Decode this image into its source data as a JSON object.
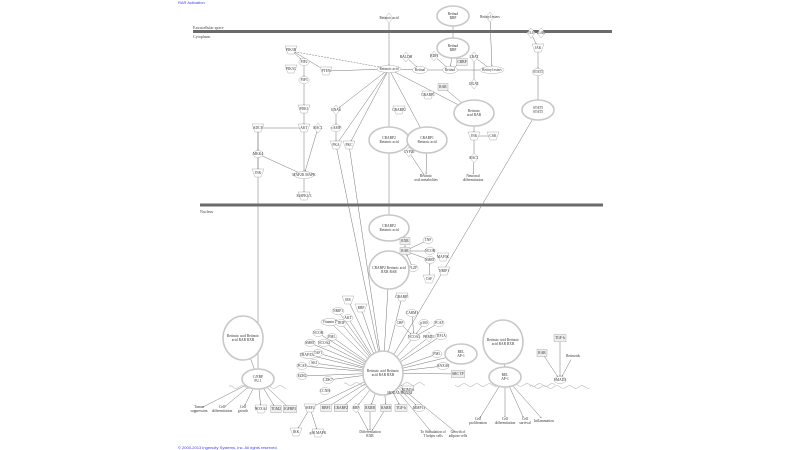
{
  "header": {
    "title_link": "RAR Activation"
  },
  "footer": {
    "copyright": "© 2000-2013 Ingenuity Systems, Inc. All rights reserved."
  },
  "compartments": {
    "extracellular": "Extracellular space",
    "cytoplasm": "Cytoplasm",
    "nucleus": "Nucleus"
  },
  "colors": {
    "membrane": "#6b6b6b",
    "node_stroke": "#9a9a9a",
    "node_fill": "#ffffff",
    "box_fill": "#efefef",
    "edge": "#777777",
    "link": "#3344ff"
  },
  "nodes": [
    {
      "id": "ra_ext",
      "label": "Retinoic acid",
      "shape": "diamond"
    },
    {
      "id": "rbp_ext",
      "label": "Retinol RBP",
      "shape": "complex"
    },
    {
      "id": "rest_ext",
      "label": "Retinyl esters",
      "shape": "diamond"
    },
    {
      "id": "il6",
      "label": "IL6",
      "shape": "diamond"
    },
    {
      "id": "il6r",
      "label": "IL6R",
      "shape": "diamond"
    },
    {
      "id": "rbp_cyto",
      "label": "Retinol RBP",
      "shape": "complex"
    },
    {
      "id": "raldh",
      "label": "RALDH",
      "shape": "diamond"
    },
    {
      "id": "rdh",
      "label": "RDH",
      "shape": "diamond"
    },
    {
      "id": "crbp",
      "label": "CRBP",
      "shape": "box"
    },
    {
      "id": "lrat",
      "label": "LRAT",
      "shape": "diamond"
    },
    {
      "id": "ra",
      "label": "Retinoic acid",
      "shape": "ellipse"
    },
    {
      "id": "retinal",
      "label": "Retinal",
      "shape": "ellipse"
    },
    {
      "id": "retinol",
      "label": "Retinol",
      "shape": "ellipse"
    },
    {
      "id": "rest",
      "label": "Retinyl esters",
      "shape": "ellipse"
    },
    {
      "id": "dgat",
      "label": "DGAT",
      "shape": "diamond"
    },
    {
      "id": "rar_c",
      "label": "RAR",
      "shape": "box"
    },
    {
      "id": "ra_rar",
      "label": "Retinoic acid RAR",
      "shape": "complex"
    },
    {
      "id": "crabp1",
      "label": "CRABP1",
      "shape": "trap"
    },
    {
      "id": "crabp2",
      "label": "CRABP2",
      "shape": "trap"
    },
    {
      "id": "crabp2_ra",
      "label": "CRABP2 Retinoic acid",
      "shape": "complex"
    },
    {
      "id": "crabp1_ra",
      "label": "CRABP1 Retinoic acid",
      "shape": "complex"
    },
    {
      "id": "cyp26",
      "label": "CYP26",
      "shape": "diamond"
    },
    {
      "id": "ra_met",
      "label": "Retinoic acid metabolites",
      "shape": "text"
    },
    {
      "id": "jnk",
      "label": "JNK",
      "shape": "trap"
    },
    {
      "id": "csk",
      "label": "CSK",
      "shape": "trap"
    },
    {
      "id": "rac1",
      "label": "RAC1",
      "shape": "diamond"
    },
    {
      "id": "neur",
      "label": "Neuronal differentiation",
      "shape": "text"
    },
    {
      "id": "jak",
      "label": "JAK",
      "shape": "trap"
    },
    {
      "id": "stat5",
      "label": "STAT5",
      "shape": "ellipse"
    },
    {
      "id": "stat5d",
      "label": "STAT5 STAT5",
      "shape": "complex"
    },
    {
      "id": "pik3r",
      "label": "PIK3R",
      "shape": "trap"
    },
    {
      "id": "pip2",
      "label": "PIP2",
      "shape": "ellipse"
    },
    {
      "id": "pik3c",
      "label": "PIK3C",
      "shape": "trap"
    },
    {
      "id": "pip3",
      "label": "PIP3",
      "shape": "ellipse"
    },
    {
      "id": "pten",
      "label": "PTEN",
      "shape": "trap"
    },
    {
      "id": "pdk1",
      "label": "PDK1",
      "shape": "trap"
    },
    {
      "id": "akt",
      "label": "AKT",
      "shape": "trap"
    },
    {
      "id": "adcy",
      "label": "ADCY",
      "shape": "trap"
    },
    {
      "id": "mkk4",
      "label": "MKK4",
      "shape": "ellipse"
    },
    {
      "id": "jnk2",
      "label": "JNK",
      "shape": "trap"
    },
    {
      "id": "mapk",
      "label": "MAP2K MAPK",
      "shape": "ellipse"
    },
    {
      "id": "mapk3",
      "label": "MAPK1/3",
      "shape": "trap"
    },
    {
      "id": "rac",
      "label": "RAC1",
      "shape": "diamond"
    },
    {
      "id": "gnas",
      "label": "GNAS",
      "shape": "diamond"
    },
    {
      "id": "camp",
      "label": "cAMP",
      "shape": "ellipse"
    },
    {
      "id": "pka",
      "label": "PKA",
      "shape": "trap"
    },
    {
      "id": "pkc",
      "label": "PKC",
      "shape": "trap"
    },
    {
      "id": "crabp2_n",
      "label": "CRABP2 Retinoic acid",
      "shape": "complex"
    },
    {
      "id": "rxr_n",
      "label": "RXR",
      "shape": "box"
    },
    {
      "id": "rar_n",
      "label": "RAR",
      "shape": "box"
    },
    {
      "id": "tnf",
      "label": "TNF",
      "shape": "ellipse"
    },
    {
      "id": "ncor",
      "label": "NCOR",
      "shape": "ellipse"
    },
    {
      "id": "smrt",
      "label": "SMRT",
      "shape": "ellipse"
    },
    {
      "id": "map3k",
      "label": "MAP3K",
      "shape": "trap"
    },
    {
      "id": "nrip1",
      "label": "NRIP1",
      "shape": "trap"
    },
    {
      "id": "plzf",
      "label": "PLZF",
      "shape": "ellipse"
    },
    {
      "id": "csf",
      "label": "CSF",
      "shape": "trap"
    },
    {
      "id": "crabp_rxr_rar",
      "label": "CRABP2 Retinoic acid RXR RAR",
      "shape": "complex"
    },
    {
      "id": "crabp1_n",
      "label": "CRABP1",
      "shape": "trap"
    },
    {
      "id": "carm1",
      "label": "CARM1",
      "shape": "ellipse"
    },
    {
      "id": "cbp",
      "label": "CBP",
      "shape": "ellipse"
    },
    {
      "id": "p300",
      "label": "p300",
      "shape": "ellipse"
    },
    {
      "id": "pcaf",
      "label": "PCAF",
      "shape": "ellipse"
    },
    {
      "id": "ncoa1",
      "label": "NCOA1",
      "shape": "ellipse"
    },
    {
      "id": "prmt",
      "label": "PRMT1",
      "shape": "diamond"
    },
    {
      "id": "tif",
      "label": "TIF1A",
      "shape": "ellipse"
    },
    {
      "id": "pml",
      "label": "PML",
      "shape": "ellipse"
    },
    {
      "id": "rel_ap1",
      "label": "REL AP-1",
      "shape": "complex"
    },
    {
      "id": "anxa",
      "label": "ANXA8",
      "shape": "ellipse"
    },
    {
      "id": "srctf",
      "label": "SRC TF",
      "shape": "box"
    },
    {
      "id": "hub",
      "label": "Retinoic acid Retinoic acid RAR RXR",
      "shape": "complex"
    },
    {
      "id": "r_bix",
      "label": "IRS",
      "shape": "trap"
    },
    {
      "id": "r_rbp",
      "label": "RBP",
      "shape": "trap"
    },
    {
      "id": "r_nrip",
      "label": "NRIP1",
      "shape": "ellipse"
    },
    {
      "id": "r_akt",
      "label": "AKT",
      "shape": "ellipse"
    },
    {
      "id": "r_vitd",
      "label": "Vitamin D",
      "shape": "ellipse"
    },
    {
      "id": "r_trip",
      "label": "TRIP",
      "shape": "ellipse"
    },
    {
      "id": "r_ncor",
      "label": "NCOR",
      "shape": "ellipse"
    },
    {
      "id": "r_pml",
      "label": "PML",
      "shape": "ellipse"
    },
    {
      "id": "r_smrt",
      "label": "SMRT",
      "shape": "ellipse"
    },
    {
      "id": "r_ncoa2",
      "label": "NCOA2",
      "shape": "ellipse"
    },
    {
      "id": "r_trap",
      "label": "TRAP/DRIP",
      "shape": "ellipse"
    },
    {
      "id": "r_taf",
      "label": "TAF1",
      "shape": "ellipse"
    },
    {
      "id": "r_pcaf",
      "label": "PCAF",
      "shape": "ellipse"
    },
    {
      "id": "r_ski",
      "label": "SKI",
      "shape": "ellipse"
    },
    {
      "id": "r_ezh",
      "label": "EZH2",
      "shape": "ellipse"
    },
    {
      "id": "r_cdk7",
      "label": "CDK7",
      "shape": "ellipse"
    },
    {
      "id": "r_cycl",
      "label": "CCNH",
      "shape": "ellipse"
    },
    {
      "id": "r_kdm",
      "label": "KDM5A",
      "shape": "trap"
    },
    {
      "id": "t_meis",
      "label": "MEF2",
      "shape": "trap"
    },
    {
      "id": "t_rbp1",
      "label": "RBP1",
      "shape": "box"
    },
    {
      "id": "t_crabp",
      "label": "CRABP2",
      "shape": "box"
    },
    {
      "id": "t_rbp",
      "label": "RBP",
      "shape": "diamond"
    },
    {
      "id": "t_rrp",
      "label": "RXRB",
      "shape": "box"
    },
    {
      "id": "t_nrip",
      "label": "RARB",
      "shape": "box"
    },
    {
      "id": "t_tgf",
      "label": "TGF-b",
      "shape": "box"
    },
    {
      "id": "t_mmp",
      "label": "MMP11",
      "shape": "ellipse"
    },
    {
      "id": "t_hoxa",
      "label": "HOXA1/HOXB1",
      "shape": "text"
    },
    {
      "id": "t_ikk",
      "label": "IKK",
      "shape": "trap"
    },
    {
      "id": "t_mapk",
      "label": "p38 MAPK",
      "shape": "trap"
    },
    {
      "id": "t_diff",
      "label": "Differentiation RXR",
      "shape": "text"
    },
    {
      "id": "t_th",
      "label": "To Stimulation of T helper cells",
      "shape": "text"
    },
    {
      "id": "t_growth",
      "label": "Growth of adipose cells",
      "shape": "text"
    },
    {
      "id": "l_cplx",
      "label": "Retinoic acid Retinoic acid RAR RXR",
      "shape": "complex"
    },
    {
      "id": "l_cebp",
      "label": "C/EBP PU.1",
      "shape": "complex"
    },
    {
      "id": "l_tumor",
      "label": "Tumor suppression",
      "shape": "text"
    },
    {
      "id": "l_celldiff",
      "label": "Cell differentiation",
      "shape": "text"
    },
    {
      "id": "l_cellgrowth",
      "label": "Cell growth",
      "shape": "text"
    },
    {
      "id": "l_hoxa",
      "label": "HOXA1",
      "shape": "trap"
    },
    {
      "id": "l_tgm",
      "label": "TGM2",
      "shape": "box"
    },
    {
      "id": "l_igf",
      "label": "IGFBP3",
      "shape": "box"
    },
    {
      "id": "m_cplx",
      "label": "Retinoic acid Retinoic acid RAR RXR",
      "shape": "complex"
    },
    {
      "id": "m_ap1",
      "label": "REL AP-1",
      "shape": "complex"
    },
    {
      "id": "m_prolif",
      "label": "Cell proliferation",
      "shape": "text"
    },
    {
      "id": "m_diff",
      "label": "Cell differentiation",
      "shape": "text"
    },
    {
      "id": "m_surv",
      "label": "Cell survival",
      "shape": "text"
    },
    {
      "id": "m_infl",
      "label": "Inflammation",
      "shape": "text"
    },
    {
      "id": "s_rar",
      "label": "RAR",
      "shape": "box"
    },
    {
      "id": "s_tgf",
      "label": "TGF-b",
      "shape": "box"
    },
    {
      "id": "s_retinoids",
      "label": "Retinoids",
      "shape": "text"
    },
    {
      "id": "s_smad",
      "label": "SMAD3",
      "shape": "ellipse"
    }
  ],
  "edges": [
    [
      "ra_ext",
      "ra"
    ],
    [
      "rbp_ext",
      "rbp_cyto"
    ],
    [
      "rest_ext",
      "rest"
    ],
    [
      "rbp_cyto",
      "retinol"
    ],
    [
      "crbp",
      "retinol"
    ],
    [
      "retinal",
      "ra"
    ],
    [
      "retinol",
      "retinal"
    ],
    [
      "rest",
      "retinol"
    ],
    [
      "raldh",
      "retinal"
    ],
    [
      "rdh",
      "retinol"
    ],
    [
      "lrat",
      "rest"
    ],
    [
      "lrat",
      "dgat"
    ],
    [
      "ra",
      "ra_rar"
    ],
    [
      "rar_c",
      "ra_rar"
    ],
    [
      "ra_rar",
      "jnk"
    ],
    [
      "jnk",
      "csk"
    ],
    [
      "jnk",
      "rac1"
    ],
    [
      "rac1",
      "neur"
    ],
    [
      "ra",
      "crabp2_ra"
    ],
    [
      "ra",
      "crabp1_ra"
    ],
    [
      "crabp1_ra",
      "ra_met"
    ],
    [
      "cyp26",
      "ra_met"
    ],
    [
      "ra",
      "pten"
    ],
    [
      "pten",
      "pik3r"
    ],
    [
      "pik3r",
      "pip2"
    ],
    [
      "pip2",
      "pip3"
    ],
    [
      "pip3",
      "pdk1"
    ],
    [
      "pdk1",
      "akt"
    ],
    [
      "akt",
      "mapk"
    ],
    [
      "adcy",
      "akt"
    ],
    [
      "adcy",
      "mkk4"
    ],
    [
      "mkk4",
      "jnk2"
    ],
    [
      "mkk4",
      "mapk"
    ],
    [
      "mapk",
      "mapk3"
    ],
    [
      "rac",
      "mapk"
    ],
    [
      "ra",
      "gnas"
    ],
    [
      "gnas",
      "camp"
    ],
    [
      "camp",
      "pka"
    ],
    [
      "ra",
      "pkc"
    ],
    [
      "ra",
      "pka"
    ],
    [
      "il6",
      "jak"
    ],
    [
      "jak",
      "stat5"
    ],
    [
      "stat5",
      "stat5d"
    ],
    [
      "stat5d",
      "hub"
    ],
    [
      "crabp2_ra",
      "crabp2_n"
    ],
    [
      "crabp2_n",
      "rxr_n"
    ],
    [
      "rxr_n",
      "rar_n"
    ],
    [
      "rar_n",
      "crabp_rxr_rar"
    ],
    [
      "tnf",
      "rar_n"
    ],
    [
      "ncor",
      "rar_n"
    ],
    [
      "smrt",
      "rar_n"
    ],
    [
      "plzf",
      "rar_n"
    ],
    [
      "csf",
      "smrt"
    ],
    [
      "crabp_rxr_rar",
      "hub"
    ],
    [
      "crabp1_n",
      "hub"
    ],
    [
      "carm1",
      "ncoa1"
    ],
    [
      "cbp",
      "ncoa1"
    ],
    [
      "p300",
      "ncoa1"
    ],
    [
      "pcaf",
      "ncoa1"
    ],
    [
      "ncoa1",
      "hub"
    ],
    [
      "prmt",
      "hub"
    ],
    [
      "tif",
      "hub"
    ],
    [
      "pml",
      "hub"
    ],
    [
      "rel_ap1",
      "hub"
    ],
    [
      "anxa",
      "hub"
    ],
    [
      "srctf",
      "hub"
    ],
    [
      "r_bix",
      "hub"
    ],
    [
      "r_rbp",
      "hub"
    ],
    [
      "r_nrip",
      "hub"
    ],
    [
      "r_akt",
      "hub"
    ],
    [
      "r_vitd",
      "hub"
    ],
    [
      "r_trip",
      "hub"
    ],
    [
      "r_ncor",
      "hub"
    ],
    [
      "r_pml",
      "hub"
    ],
    [
      "r_smrt",
      "hub"
    ],
    [
      "r_ncoa2",
      "hub"
    ],
    [
      "r_trap",
      "hub"
    ],
    [
      "r_taf",
      "hub"
    ],
    [
      "r_pcaf",
      "hub"
    ],
    [
      "r_ski",
      "hub"
    ],
    [
      "r_ezh",
      "hub"
    ],
    [
      "r_cdk7",
      "hub"
    ],
    [
      "hub",
      "t_meis"
    ],
    [
      "hub",
      "t_rbp1"
    ],
    [
      "hub",
      "t_crabp"
    ],
    [
      "hub",
      "t_rbp"
    ],
    [
      "hub",
      "t_rrp"
    ],
    [
      "hub",
      "t_nrip"
    ],
    [
      "hub",
      "t_tgf"
    ],
    [
      "hub",
      "t_mmp"
    ],
    [
      "hub",
      "r_kdm"
    ],
    [
      "hub",
      "t_th"
    ],
    [
      "hub",
      "t_growth"
    ],
    [
      "t_meis",
      "t_ikk"
    ],
    [
      "t_meis",
      "t_mapk"
    ],
    [
      "t_rbp",
      "t_diff"
    ],
    [
      "t_rrp",
      "t_diff"
    ],
    [
      "t_nrip",
      "t_diff"
    ],
    [
      "pka",
      "hub"
    ],
    [
      "pkc",
      "hub"
    ],
    [
      "adcy",
      "l_cebp"
    ],
    [
      "l_cplx",
      "l_cebp"
    ],
    [
      "l_cebp",
      "l_tumor"
    ],
    [
      "l_cebp",
      "l_celldiff"
    ],
    [
      "l_cebp",
      "l_cellgrowth"
    ],
    [
      "l_cebp",
      "l_hoxa"
    ],
    [
      "l_cebp",
      "l_tgm"
    ],
    [
      "l_cebp",
      "l_igf"
    ],
    [
      "m_cplx",
      "m_ap1"
    ],
    [
      "m_ap1",
      "m_prolif"
    ],
    [
      "m_ap1",
      "m_diff"
    ],
    [
      "m_ap1",
      "m_surv"
    ],
    [
      "m_ap1",
      "m_infl"
    ],
    [
      "s_rar",
      "s_smad"
    ],
    [
      "s_tgf",
      "s_smad"
    ],
    [
      "s_retinoids",
      "s_smad"
    ]
  ]
}
